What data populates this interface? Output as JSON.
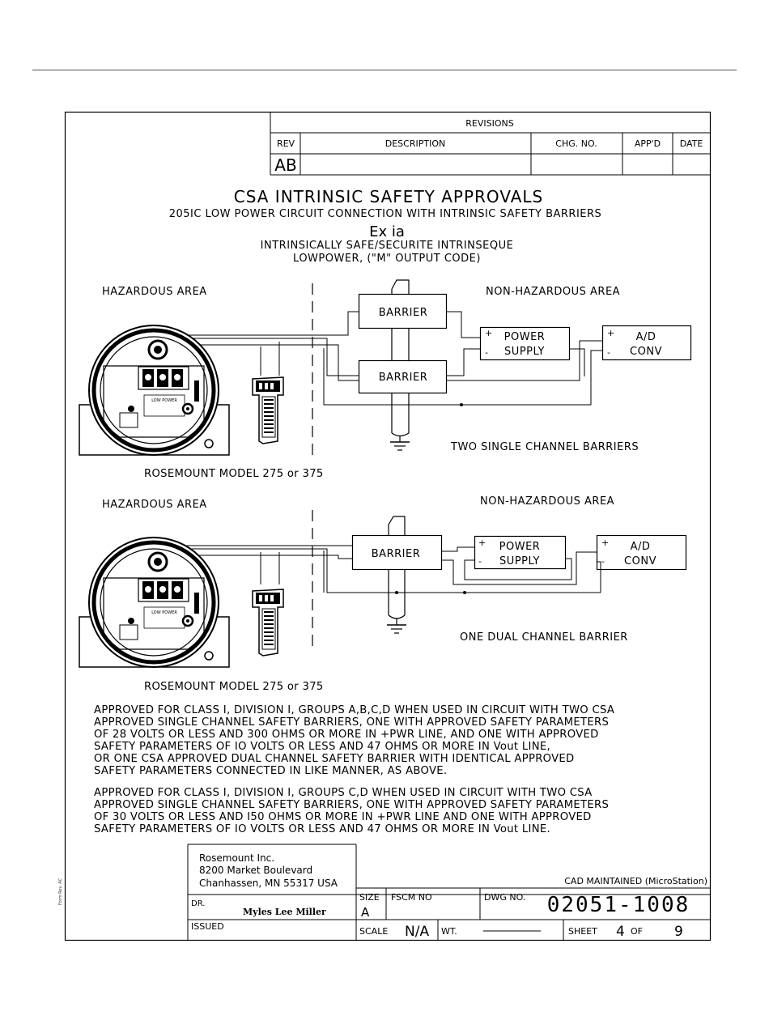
{
  "revisions": {
    "title": "REVISIONS",
    "headers": {
      "rev": "REV",
      "description": "DESCRIPTION",
      "chg_no": "CHG. NO.",
      "appd": "APP'D",
      "date": "DATE"
    },
    "row": {
      "rev": "AB",
      "description": "",
      "chg_no": "",
      "appd": "",
      "date": ""
    }
  },
  "heading": {
    "title": "CSA  INTRINSIC  SAFETY  APPROVALS",
    "subtitle": "205IC  LOW  POWER  CIRCUIT  CONNECTION  WITH  INTRINSIC  SAFETY  BARRIERS",
    "ex": "Ex  ia",
    "line3": "INTRINSICALLY  SAFE/SECURITE  INTRINSEQUE",
    "line4": "LOWPOWER, (\"M\"  OUTPUT  CODE)"
  },
  "diagram1": {
    "hazardous": "HAZARDOUS  AREA",
    "non_hazardous": "NON-HAZARDOUS  AREA",
    "barrier_a": "BARRIER",
    "barrier_b": "BARRIER",
    "power": "POWER",
    "supply": "SUPPLY",
    "ad": "A/D",
    "conv": "CONV",
    "plus": "+",
    "minus": "-",
    "barrier_note": "TWO  SINGLE  CHANNEL  BARRIERS",
    "rosemount": "ROSEMOUNT  MODEL  275  or  375"
  },
  "diagram2": {
    "hazardous": "HAZARDOUS  AREA",
    "non_hazardous": "NON-HAZARDOUS  AREA",
    "barrier": "BARRIER",
    "power": "POWER",
    "supply": "SUPPLY",
    "ad": "A/D",
    "conv": "CONV",
    "plus": "+",
    "minus": "-",
    "barrier_note": "ONE  DUAL  CHANNEL  BARRIER",
    "rosemount": "ROSEMOUNT  MODEL  275  or  375"
  },
  "transmitter_label": "LOW POWER",
  "notes": {
    "p1": [
      "APPROVED  FOR  CLASS  I, DIVISION  I, GROUPS  A,B,C,D  WHEN  USED  IN  CIRCUIT  WITH  TWO  CSA",
      "APPROVED  SINGLE  CHANNEL  SAFETY  BARRIERS, ONE  WITH  APPROVED  SAFETY  PARAMETERS",
      "OF  28  VOLTS  OR  LESS  AND  300  OHMS  OR  MORE  IN  +PWR  LINE, AND  ONE  WITH  APPROVED",
      "SAFETY  PARAMETERS  OF  IO  VOLTS  OR  LESS  AND  47  OHMS  OR  MORE  IN  Vout  LINE,",
      "OR  ONE  CSA  APPROVED  DUAL  CHANNEL  SAFETY  BARRIER  WITH  IDENTICAL  APPROVED",
      "SAFETY  PARAMETERS  CONNECTED  IN  LIKE  MANNER, AS  ABOVE."
    ],
    "p2": [
      "APPROVED  FOR  CLASS  I, DIVISION  I, GROUPS  C,D  WHEN  USED  IN  CIRCUIT  WITH  TWO  CSA",
      "APPROVED  SINGLE  CHANNEL  SAFETY  BARRIERS, ONE  WITH  APPROVED  SAFETY  PARAMETERS",
      "OF  30  VOLTS  OR  LESS  AND  I50  OHMS  OR  MORE  IN  +PWR  LINE  AND  ONE  WITH  APPROVED",
      "SAFETY  PARAMETERS  OF  IO  VOLTS  OR  LESS  AND  47  OHMS  OR  MORE  IN  Vout  LINE."
    ]
  },
  "title_block": {
    "company": "Rosemount Inc.",
    "street": "8200  Market Boulevard",
    "city": "Chanhassen, MN  55317  USA",
    "cad": "CAD  MAINTAINED  (MicroStation)",
    "dr_label": "DR.",
    "dr_name": "Myles Lee Miller",
    "issued_label": "ISSUED",
    "size_label": "SIZE",
    "size_value": "A",
    "fscm_label": "FSCM  NO",
    "dwg_label": "DWG  NO.",
    "dwg_value": "02051-1008",
    "scale_label": "SCALE",
    "scale_value": "N/A",
    "wt_label": "WT.",
    "sheet_label": "SHEET",
    "sheet_value": "4",
    "of_label": "OF",
    "of_value": "9"
  },
  "form_rev": "Form  Rev. AC"
}
